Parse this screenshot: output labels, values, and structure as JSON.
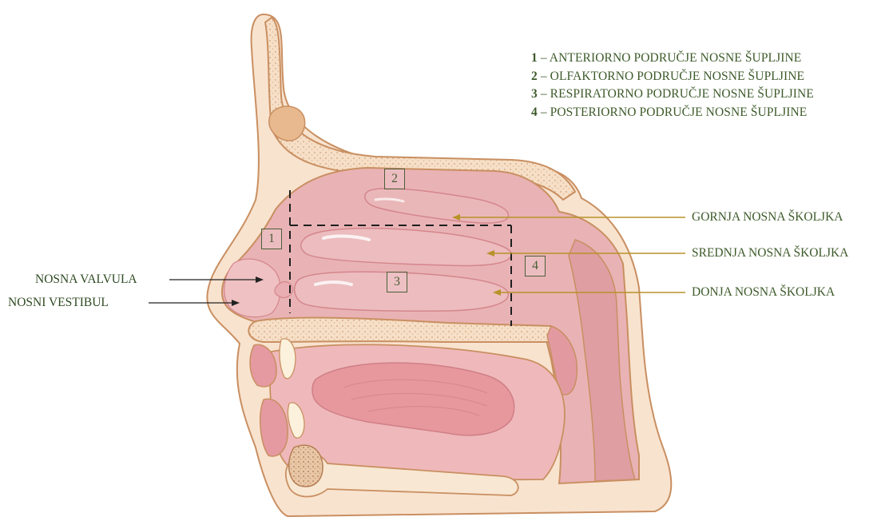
{
  "legend": [
    {
      "num": "1",
      "text": " – ANTERIORNO PODRUČJE NOSNE ŠUPLJINE"
    },
    {
      "num": "2",
      "text": " – OLFAKTORNO PODRUČJE NOSNE ŠUPLJINE"
    },
    {
      "num": "3",
      "text": " – RESPIRATORNO PODRUČJE NOSNE ŠUPLJINE"
    },
    {
      "num": "4",
      "text": " – POSTERIORNO PODRUČJE NOSNE ŠUPLJINE"
    }
  ],
  "labels": {
    "superior_concha": "GORNJA NOSNA ŠKOLJKA",
    "middle_concha": "SREDNJA NOSNA ŠKOLJKA",
    "inferior_concha": "DONJA NOSNA ŠKOLJKA",
    "nasal_valve": "NOSNA VALVULA",
    "nasal_vestibule": "NOSNI VESTIBUL"
  },
  "regions": {
    "r1": "1",
    "r2": "2",
    "r3": "3",
    "r4": "4"
  },
  "colors": {
    "bone": "#f5dcc2",
    "bone_dots": "#d9b08e",
    "outline": "#c98f61",
    "mucosa": "#eab4b6",
    "mucosa_dark": "#dd8f93",
    "tongue": "#e7989d",
    "text_green": "#3d5a2a",
    "arrow_gold": "#b8922a",
    "arrow_black": "#222222"
  }
}
